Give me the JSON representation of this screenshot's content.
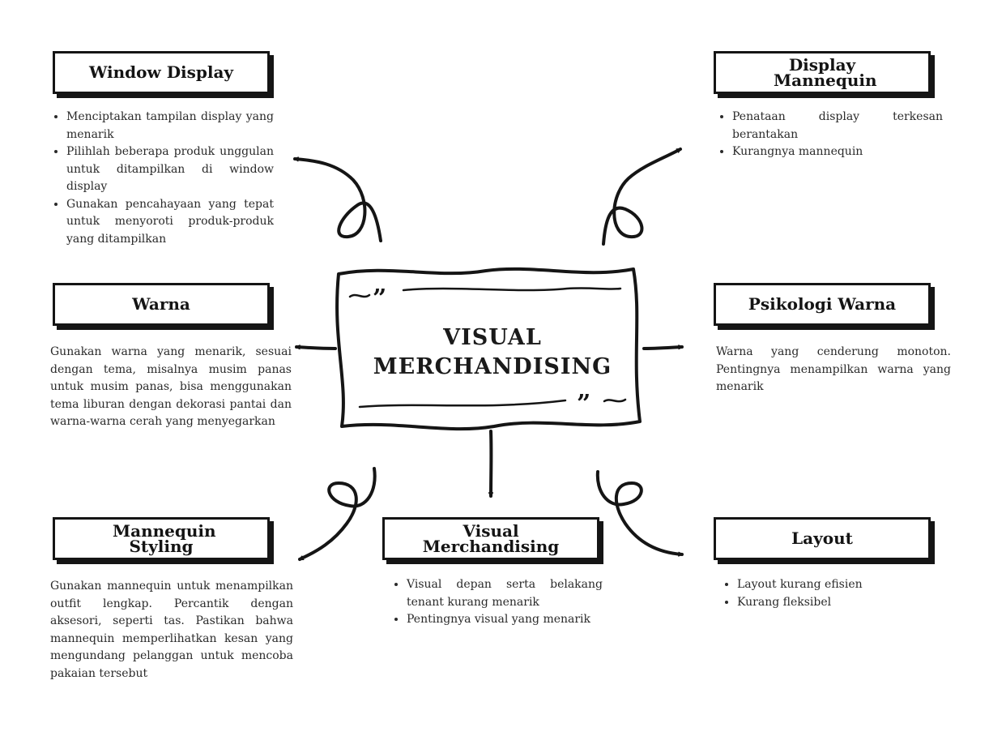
{
  "central": {
    "title": "VISUAL MERCHANDISING"
  },
  "nodes": {
    "window_display": {
      "title": "Window Display",
      "items": [
        "Menciptakan tampilan display yang menarik",
        "Pilihlah beberapa produk unggulan untuk ditampilkan di window display",
        "Gunakan pencahayaan yang tepat untuk menyoroti produk-produk yang ditampilkan"
      ]
    },
    "display_mannequin": {
      "title": "Display Mannequin",
      "items": [
        "Penataan display terkesan berantakan",
        "Kurangnya mannequin"
      ]
    },
    "warna": {
      "title": "Warna",
      "text": "Gunakan warna yang menarik, sesuai dengan tema, misalnya musim panas untuk musim panas, bisa menggunakan tema liburan dengan dekorasi pantai dan warna-warna cerah yang menyegarkan"
    },
    "psikologi_warna": {
      "title": "Psikologi Warna",
      "text": "Warna yang cenderung monoton. Pentingnya menampilkan warna yang menarik"
    },
    "mannequin_styling": {
      "title": "Mannequin Styling",
      "text": "Gunakan mannequin untuk menampilkan outfit lengkap. Percantik dengan aksesori, seperti tas. Pastikan bahwa mannequin memperlihatkan kesan yang mengundang pelanggan untuk mencoba pakaian tersebut"
    },
    "visual_merchandising": {
      "title": "Visual Merchandising",
      "items": [
        "Visual depan serta belakang tenant kurang menarik",
        "Pentingnya visual yang menarik"
      ]
    },
    "layout": {
      "title": "Layout",
      "items": [
        "Layout kurang efisien",
        "Kurang fleksibel"
      ]
    }
  },
  "colors": {
    "ink": "#151515",
    "text": "#2a2a2a",
    "background": "#ffffff"
  }
}
